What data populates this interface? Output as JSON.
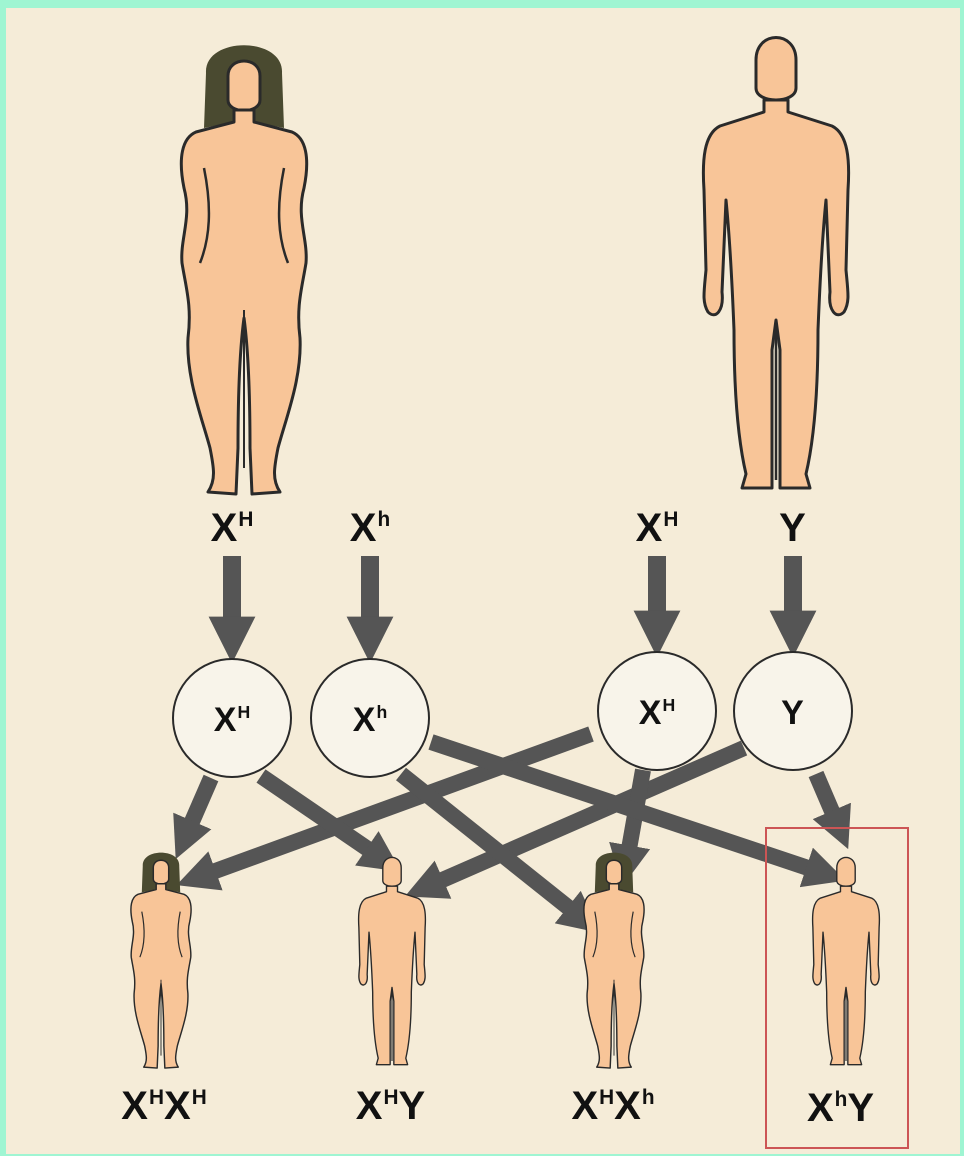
{
  "parents": {
    "mother": {
      "alleles": [
        {
          "base": "X",
          "sup": "H"
        },
        {
          "base": "X",
          "sup": "h"
        }
      ]
    },
    "father": {
      "alleles": [
        {
          "base": "X",
          "sup": "H"
        },
        {
          "base": "Y",
          "sup": ""
        }
      ]
    }
  },
  "gametes": [
    {
      "base": "X",
      "sup": "H"
    },
    {
      "base": "X",
      "sup": "h"
    },
    {
      "base": "X",
      "sup": "H"
    },
    {
      "base": "Y",
      "sup": ""
    }
  ],
  "offspring": [
    {
      "sex": "female",
      "genotype": [
        {
          "base": "X",
          "sup": "H"
        },
        {
          "base": "X",
          "sup": "H"
        }
      ],
      "highlighted": false
    },
    {
      "sex": "male",
      "genotype": [
        {
          "base": "X",
          "sup": "H"
        },
        {
          "base": "Y",
          "sup": ""
        }
      ],
      "highlighted": false
    },
    {
      "sex": "female",
      "genotype": [
        {
          "base": "X",
          "sup": "H"
        },
        {
          "base": "X",
          "sup": "h"
        }
      ],
      "highlighted": false
    },
    {
      "sex": "male",
      "genotype": [
        {
          "base": "X",
          "sup": "h"
        },
        {
          "base": "Y",
          "sup": ""
        }
      ],
      "highlighted": true
    }
  ],
  "colors": {
    "skin": "#f8c598",
    "outline": "#2a2a2a",
    "hair": "#4a4a30",
    "arrow": "#555555",
    "highlight_box": "#cc5555",
    "background": "#f5ecd8",
    "frame": "#9ff5d2"
  }
}
